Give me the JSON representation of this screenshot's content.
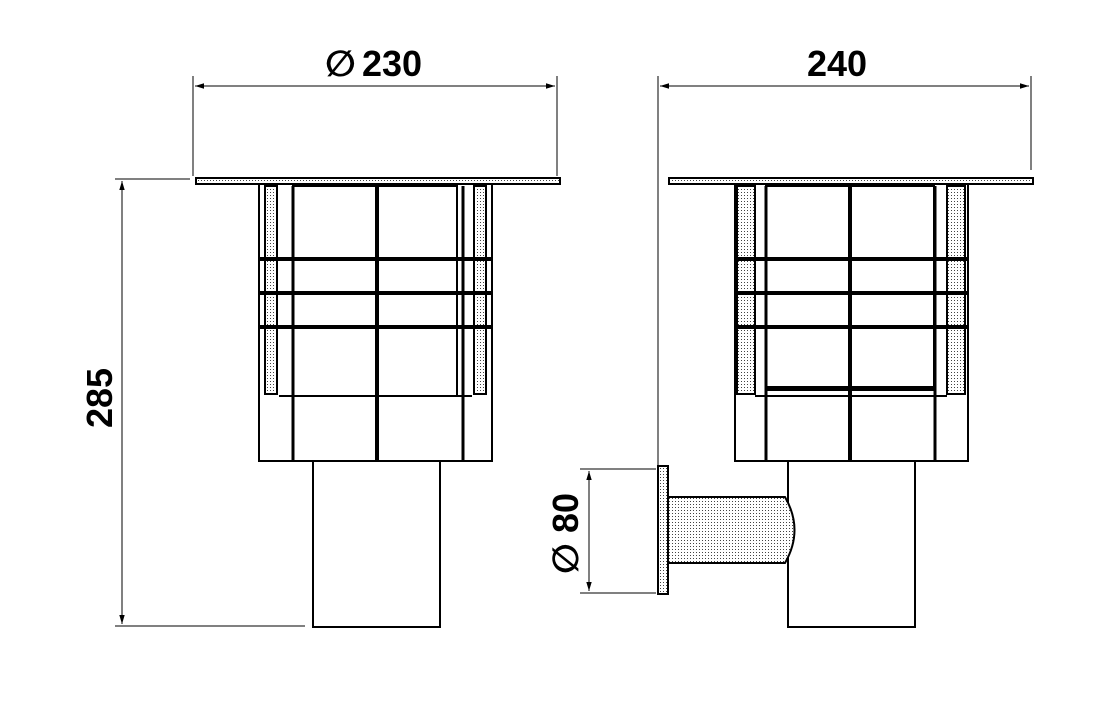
{
  "dimensions": {
    "front_diameter": {
      "symbol": "∅",
      "value": "230"
    },
    "side_width": {
      "value": "240"
    },
    "height": {
      "value": "285"
    },
    "mount_diameter": {
      "symbol": "∅",
      "value": "80"
    }
  }
}
